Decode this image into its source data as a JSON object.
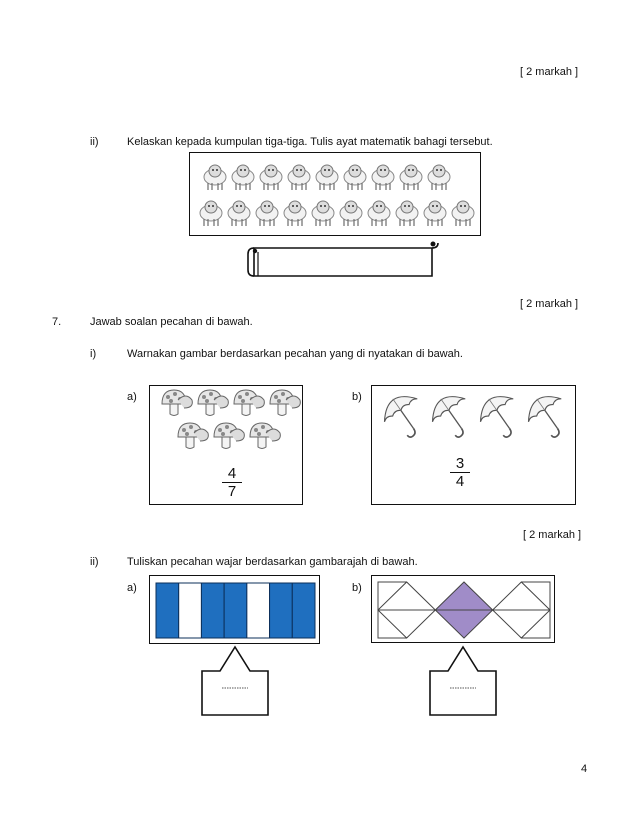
{
  "marks_top": "[ 2 markah ]",
  "q6_ii": {
    "num": "ii)",
    "text": "Kelaskan kepada kumpulan tiga-tiga. Tulis ayat matematik bahagi tersebut.",
    "marks": "[ 2 markah ]"
  },
  "q7": {
    "num": "7.",
    "text": "Jawab soalan pecahan di bawah.",
    "i": {
      "num": "i)",
      "text": "Warnakan gambar berdasarkan pecahan yang di nyatakan di bawah.",
      "a": {
        "label": "a)",
        "numerator": "4",
        "denominator": "7",
        "icon": "mushroom-icon",
        "count": 7
      },
      "b": {
        "label": "b)",
        "numerator": "3",
        "denominator": "4",
        "icon": "umbrella-icon",
        "count": 4
      },
      "marks": "[ 2 markah ]"
    },
    "ii": {
      "num": "ii)",
      "text": "Tuliskan pecahan wajar berdasarkan gambarajah di bawah.",
      "a": {
        "label": "a)",
        "parts": 7,
        "shaded_parts": 5,
        "shade_color": "#1f6fbf"
      },
      "b": {
        "label": "b)",
        "parts": 3,
        "shaded_parts": 1,
        "shade_color": "#a08cc8"
      }
    }
  },
  "page_number": "4"
}
